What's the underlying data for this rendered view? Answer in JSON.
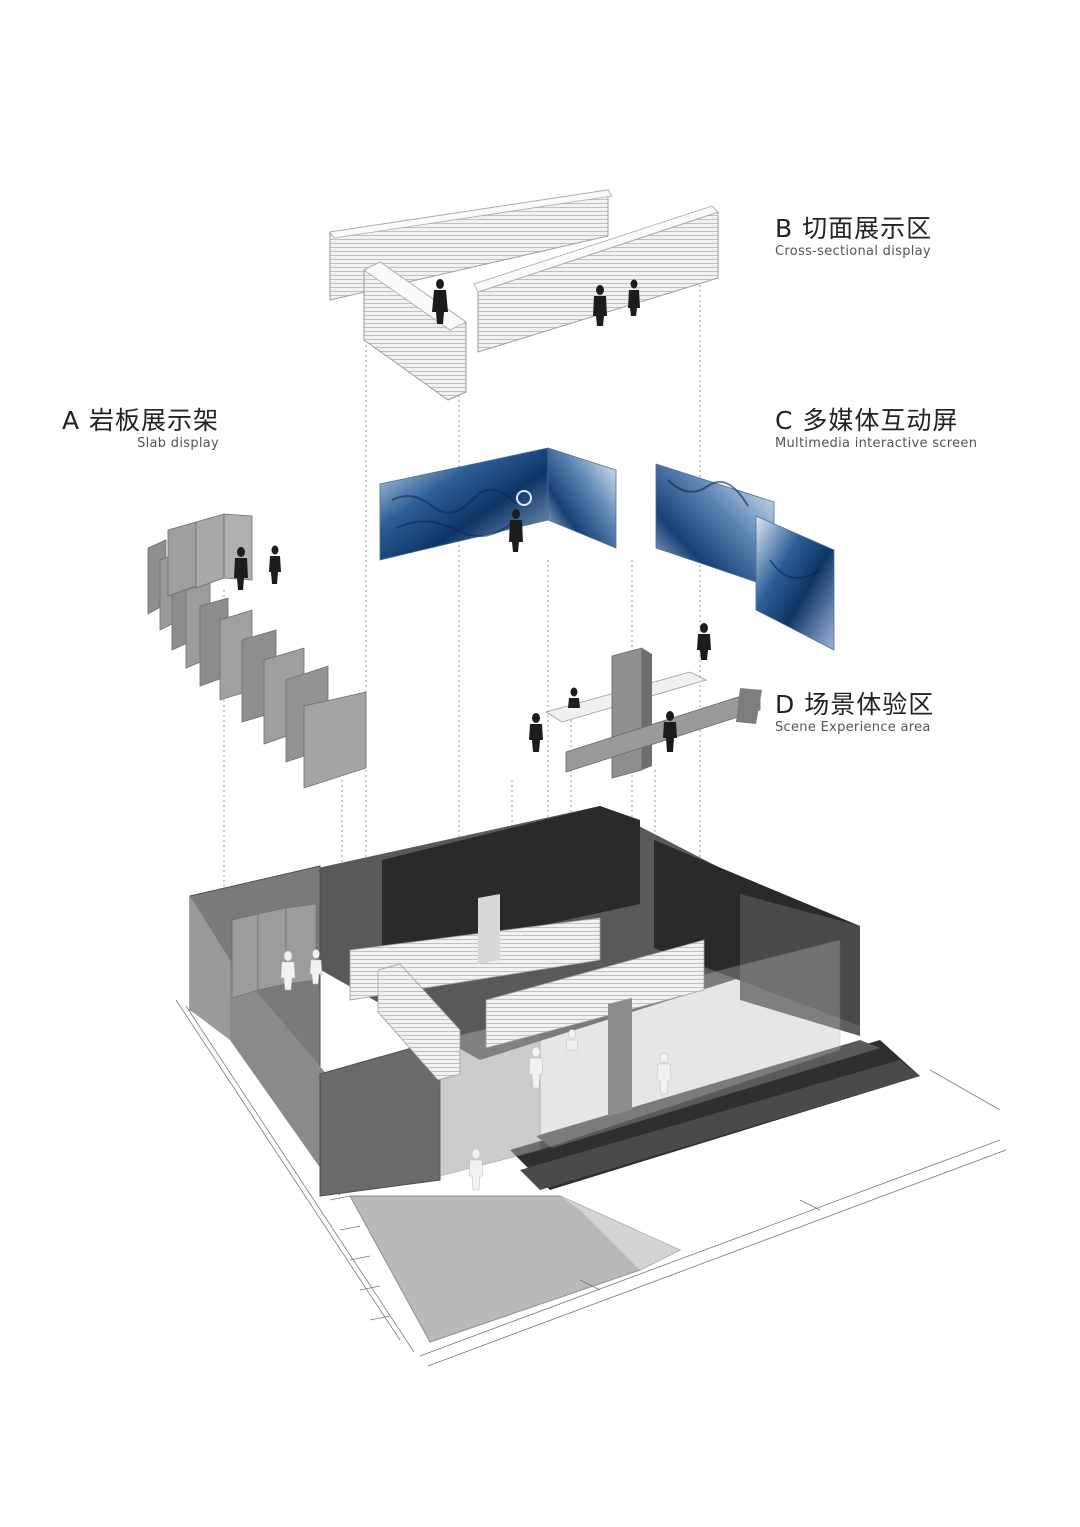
{
  "labels": {
    "a": {
      "title": "A 岩板展示架",
      "subtitle": "Slab display"
    },
    "b": {
      "title": "B 切面展示区",
      "subtitle": "Cross-sectional display"
    },
    "c": {
      "title": "C 多媒体互动屏",
      "subtitle": "Multimedia interactive screen"
    },
    "d": {
      "title": "D 场景体验区",
      "subtitle": "Scene Experience area"
    }
  },
  "colors": {
    "background": "#ffffff",
    "wall_dark": "#3a3a3a",
    "wall_mid": "#8a8a8a",
    "wall_light": "#bdbdbd",
    "shelf": "#e6e6e6",
    "screen_blue": "#1f4f86",
    "figure_dark": "#1c1c1c",
    "figure_light": "#f2f2f2"
  }
}
